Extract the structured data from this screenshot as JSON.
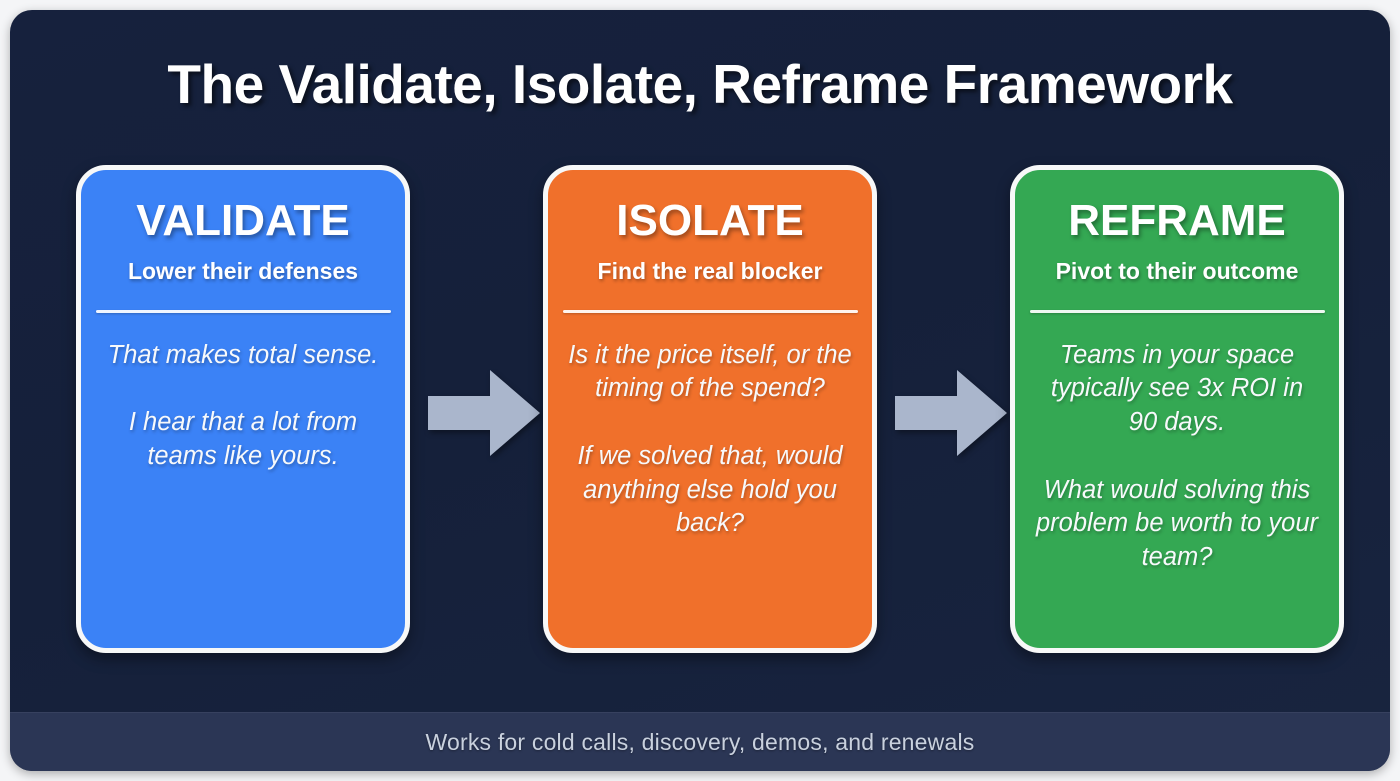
{
  "header": {
    "title": "The Validate, Isolate, Reframe Framework"
  },
  "colors": {
    "panel_background": "#16213d",
    "card_validate": "#3b82f6",
    "card_isolate": "#f0702b",
    "card_reframe": "#34a853",
    "arrow": "#aab6cc",
    "footer_background": "#2b3655",
    "footer_text": "#c9d1de"
  },
  "cards": [
    {
      "title": "VALIDATE",
      "subtitle": "Lower their defenses",
      "lines": [
        "That makes total sense.",
        "I hear that a lot from teams like yours."
      ]
    },
    {
      "title": "ISOLATE",
      "subtitle": "Find the real blocker",
      "lines": [
        "Is it the price itself, or the timing of the spend?",
        "If we solved that, would anything else hold you back?"
      ]
    },
    {
      "title": "REFRAME",
      "subtitle": "Pivot to their outcome",
      "lines": [
        "Teams in your space typically see 3x ROI in 90 days.",
        "What would solving this problem be worth to your team?"
      ]
    }
  ],
  "connectors": [
    {
      "icon": "arrow-right-icon"
    },
    {
      "icon": "arrow-right-icon"
    }
  ],
  "footer": {
    "text": "Works for cold calls, discovery, demos, and renewals"
  }
}
